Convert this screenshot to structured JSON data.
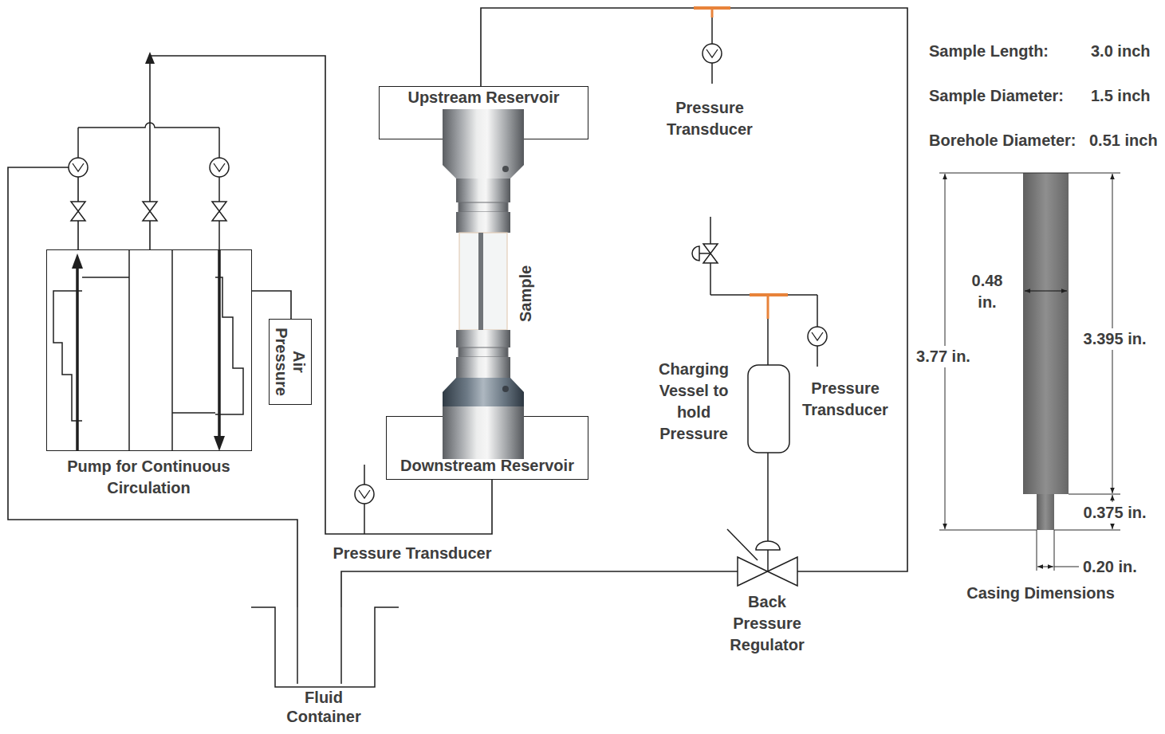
{
  "diagram": {
    "nodes": [
      {
        "text": [
          "Pump for Continuous Circulation"
        ]
      },
      {
        "text": [
          "Air Pressure"
        ]
      },
      {
        "text": [
          "Upstream Reservoir"
        ]
      },
      {
        "text": [
          "Downstream Reservoir"
        ]
      },
      {
        "text": [
          "Fluid Container"
        ]
      }
    ],
    "edges": [
      {
        "from": 0,
        "to": 1,
        "arrow": "none"
      },
      {
        "from": 0,
        "to": 4,
        "arrow": "none"
      },
      {
        "from": 0,
        "to": 3,
        "arrow": "none"
      },
      {
        "from": 2,
        "to": 4,
        "arrow": "none"
      }
    ],
    "labels": [
      "Pressure Transducer",
      "Sample",
      "Charging Vessel to hold Pressure",
      "Pressure Transducer",
      "Pressure Transducer",
      "Back Pressure Regulator",
      "Sample Length:",
      "3.0 inch",
      "Sample Diameter:",
      "1.5 inch",
      "Borehole Diameter:",
      "0.51 inch",
      "0.48 in.",
      "3.77 in.",
      "3.395 in.",
      "0.375 in.",
      "0.20 in.",
      "Casing Dimensions"
    ]
  }
}
